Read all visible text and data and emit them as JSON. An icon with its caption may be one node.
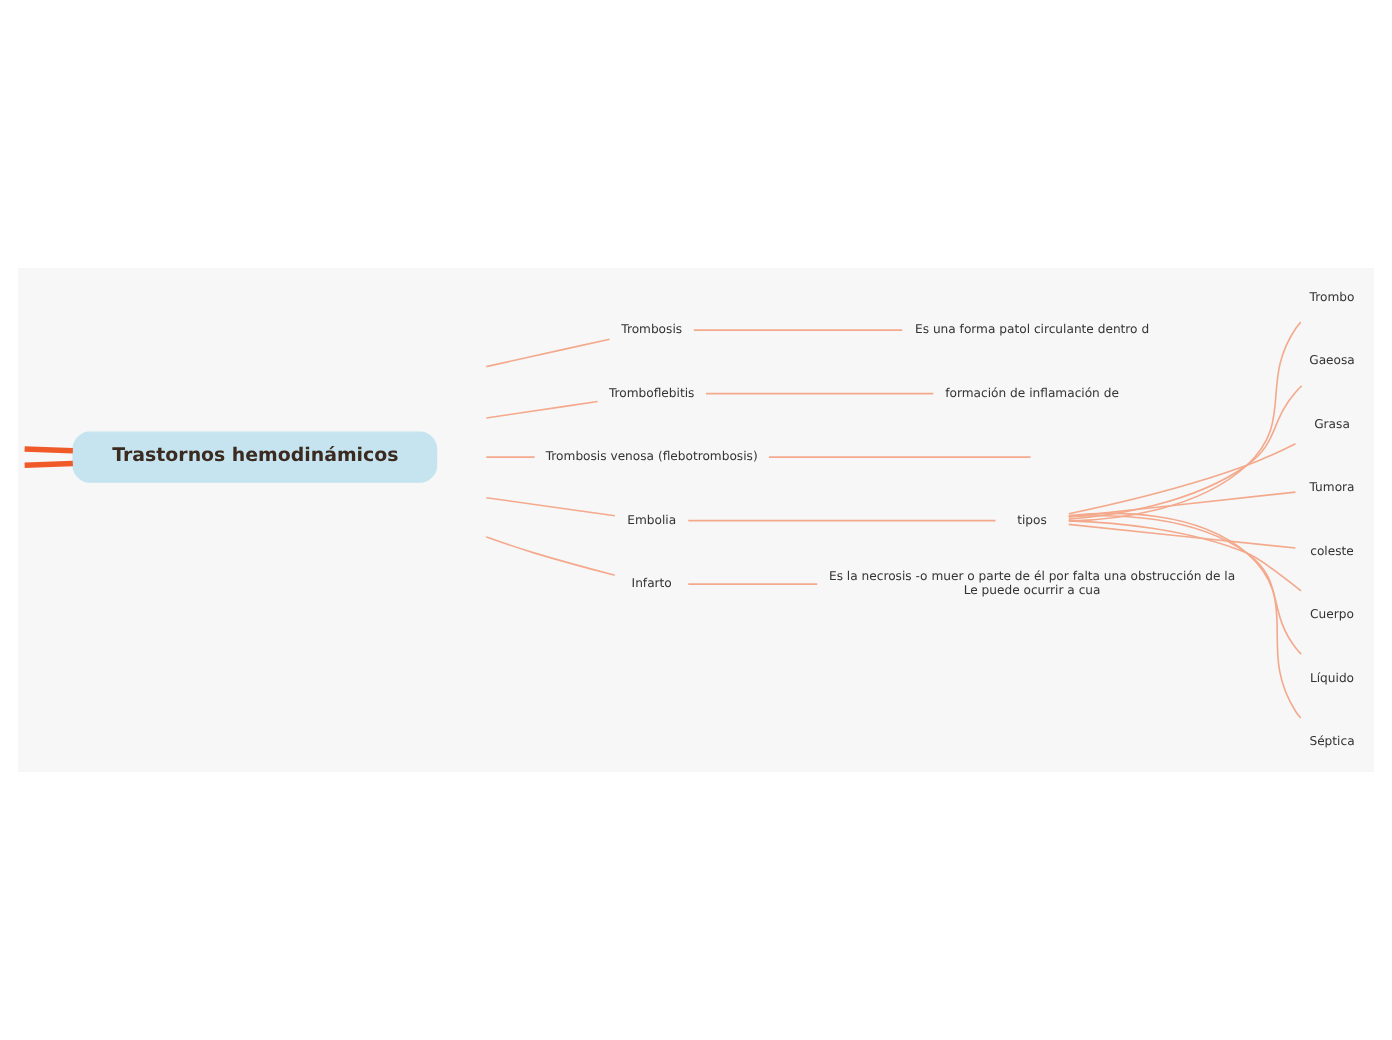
{
  "diagram": {
    "nodes": [
      {
        "text": [
          "Trastornos hemodinámicos"
        ]
      },
      {
        "text": [
          "Trombosis"
        ]
      },
      {
        "text": [
          "Es una forma patol circulante dentro d"
        ]
      },
      {
        "text": [
          "Tromboflebitis"
        ]
      },
      {
        "text": [
          "formación de inflamación de"
        ]
      },
      {
        "text": [
          "Trombosis venosa (flebotrombosis)"
        ]
      },
      {
        "text": [
          "Embolia"
        ]
      },
      {
        "text": [
          "tipos"
        ]
      },
      {
        "text": [
          "Trombo"
        ]
      },
      {
        "text": [
          "Gaeosa"
        ]
      },
      {
        "text": [
          "Grasa"
        ]
      },
      {
        "text": [
          "Tumora"
        ]
      },
      {
        "text": [
          "coleste"
        ]
      },
      {
        "text": [
          "Cuerpo"
        ]
      },
      {
        "text": [
          "Líquido"
        ]
      },
      {
        "text": [
          "Séptica"
        ]
      },
      {
        "text": [
          "Infarto"
        ]
      },
      {
        "text": [
          "Es la necrosis -o muer o parte de él por falta una obstrucción de la",
          "Le puede ocurrir a cua"
        ]
      }
    ],
    "edges": [
      {
        "from": 0,
        "to": null,
        "arrow": "none",
        "style": "thick",
        "color": "#f05a28"
      },
      {
        "from": 0,
        "to": null,
        "arrow": "none",
        "style": "thick",
        "color": "#f05a28"
      },
      {
        "from": null,
        "to": 1,
        "arrow": "none"
      },
      {
        "from": null,
        "to": 3,
        "arrow": "none"
      },
      {
        "from": null,
        "to": 5,
        "arrow": "none"
      },
      {
        "from": null,
        "to": 6,
        "arrow": "none"
      },
      {
        "from": null,
        "to": 16,
        "arrow": "none"
      },
      {
        "from": 1,
        "to": 2,
        "arrow": "none"
      },
      {
        "from": 3,
        "to": 4,
        "arrow": "none"
      },
      {
        "from": 5,
        "to": null,
        "arrow": "none"
      },
      {
        "from": 6,
        "to": 7,
        "arrow": "none"
      },
      {
        "from": 7,
        "to": 8,
        "arrow": "none"
      },
      {
        "from": 7,
        "to": 9,
        "arrow": "none"
      },
      {
        "from": 7,
        "to": 10,
        "arrow": "none"
      },
      {
        "from": 7,
        "to": 11,
        "arrow": "none"
      },
      {
        "from": 7,
        "to": 12,
        "arrow": "none"
      },
      {
        "from": 7,
        "to": 13,
        "arrow": "none"
      },
      {
        "from": 7,
        "to": 14,
        "arrow": "none"
      },
      {
        "from": 7,
        "to": 15,
        "arrow": "none"
      },
      {
        "from": 16,
        "to": 17,
        "arrow": "none"
      }
    ]
  }
}
